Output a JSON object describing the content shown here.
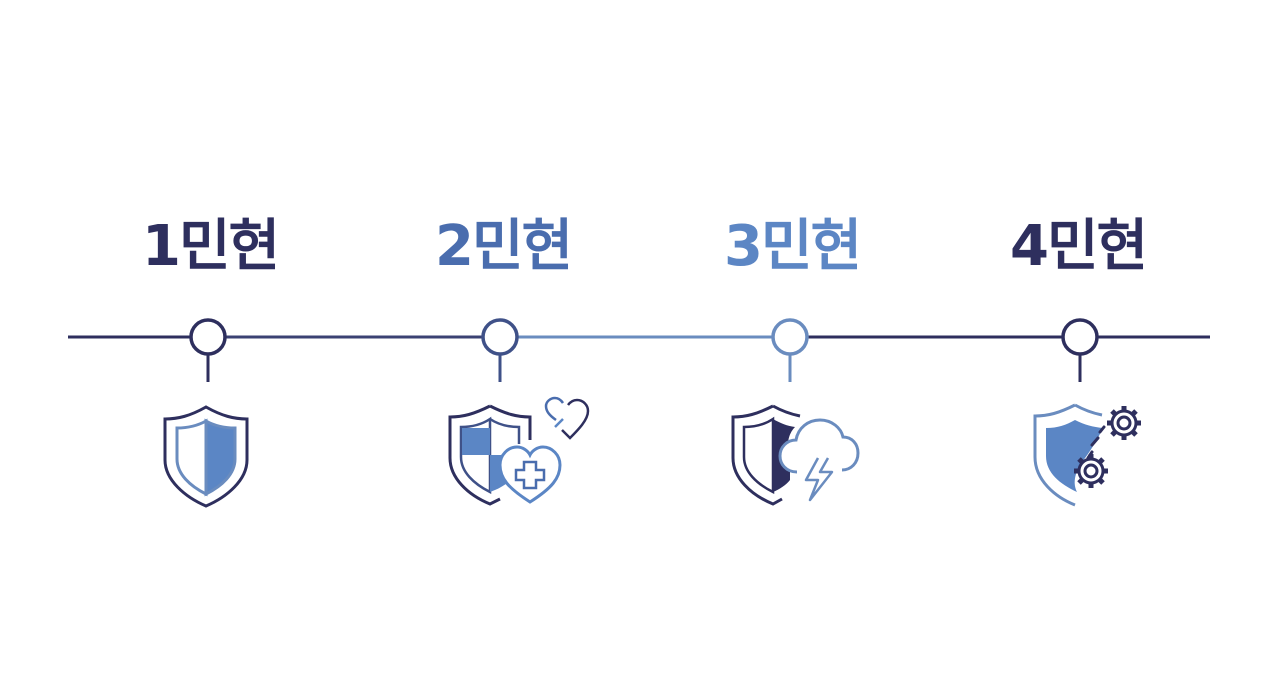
{
  "colors": {
    "navy": "#2E2F5E",
    "mid_blue": "#4563A3",
    "light_blue": "#5C86C4",
    "line_light": "#6A8CBF",
    "fill_blue": "#5B86C5"
  },
  "steps": [
    {
      "label": "1민현",
      "color": "#2E2F5E",
      "icon": "shield-half-icon"
    },
    {
      "label": "2민현",
      "color": "#4A6DAE",
      "icon": "shield-health-heart-icon"
    },
    {
      "label": "3민현",
      "color": "#5C86C4",
      "icon": "shield-storm-cloud-icon"
    },
    {
      "label": "4민현",
      "color": "#2E2F5E",
      "icon": "shield-gears-icon"
    }
  ]
}
